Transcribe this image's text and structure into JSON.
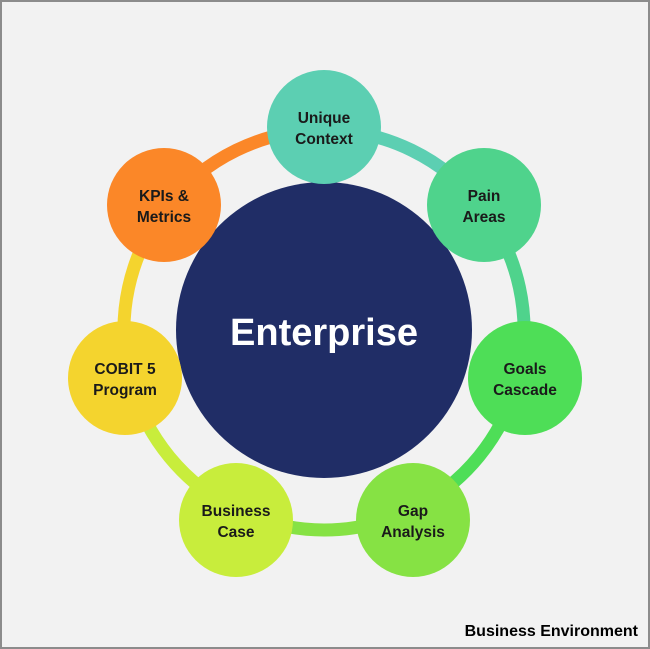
{
  "center": {
    "label": "Enterprise",
    "color": "#202d66"
  },
  "nodes": [
    {
      "line1": "Unique",
      "line2": "Context",
      "color": "#5ccfb2"
    },
    {
      "line1": "Pain",
      "line2": "Areas",
      "color": "#4fd38c"
    },
    {
      "line1": "Goals",
      "line2": "Cascade",
      "color": "#4ede57"
    },
    {
      "line1": "Gap",
      "line2": "Analysis",
      "color": "#86e244"
    },
    {
      "line1": "Business",
      "line2": "Case",
      "color": "#c8ed3c"
    },
    {
      "line1": "COBIT 5",
      "line2": "Program",
      "color": "#f4d42e"
    },
    {
      "line1": "KPIs &",
      "line2": "Metrics",
      "color": "#fb8728"
    }
  ],
  "ring_colors": [
    "#5ccfb2",
    "#4fd38c",
    "#4ede57",
    "#86e244",
    "#c8ed3c",
    "#f4d42e",
    "#fb8728"
  ],
  "footer": {
    "label": "Business Environment"
  }
}
